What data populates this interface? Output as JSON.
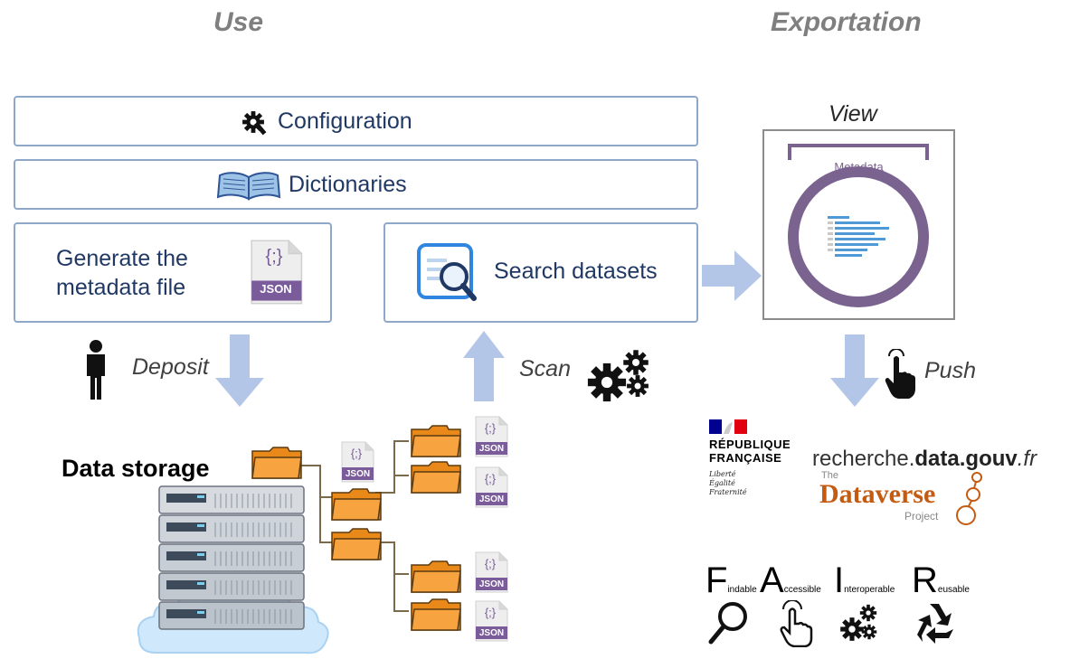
{
  "headings": {
    "use": "Use",
    "exportation": "Exportation",
    "view": "View"
  },
  "panels": {
    "configuration": "Configuration",
    "dictionaries": "Dictionaries",
    "generate_line1": "Generate the",
    "generate_line2": "metadata file",
    "search": "Search datasets",
    "json_label": "JSON",
    "json_glyph": "{;}"
  },
  "metadata_card": {
    "title": "Metadata"
  },
  "actions": {
    "deposit": "Deposit",
    "scan": "Scan",
    "push": "Push"
  },
  "storage": {
    "title": "Data storage"
  },
  "logos": {
    "republique_1": "RÉPUBLIQUE",
    "republique_2": "FRANÇAISE",
    "motto_1": "Liberté",
    "motto_2": "Égalité",
    "motto_3": "Fraternité",
    "recherche_1": "recherche.",
    "recherche_2": "data.gouv",
    "recherche_3": ".fr",
    "dataverse_the": "The",
    "dataverse_name": "Dataverse",
    "dataverse_project": "Project"
  },
  "fair": [
    {
      "cap": "F",
      "rest": "indable",
      "icon": "magnifier-icon"
    },
    {
      "cap": "A",
      "rest": "ccessible",
      "icon": "pointer-hand-icon"
    },
    {
      "cap": "I",
      "rest": "nteroperable",
      "icon": "gears-icon"
    },
    {
      "cap": "R",
      "rest": "eusable",
      "icon": "recycle-icon"
    }
  ],
  "colors": {
    "panel_border": "#8fa8c9",
    "arrow": "#b4c6e7",
    "folder": "#f59a23",
    "json_purple": "#7a5c9a",
    "metadata_ring": "#7b6390",
    "text_blue": "#1f3864"
  }
}
